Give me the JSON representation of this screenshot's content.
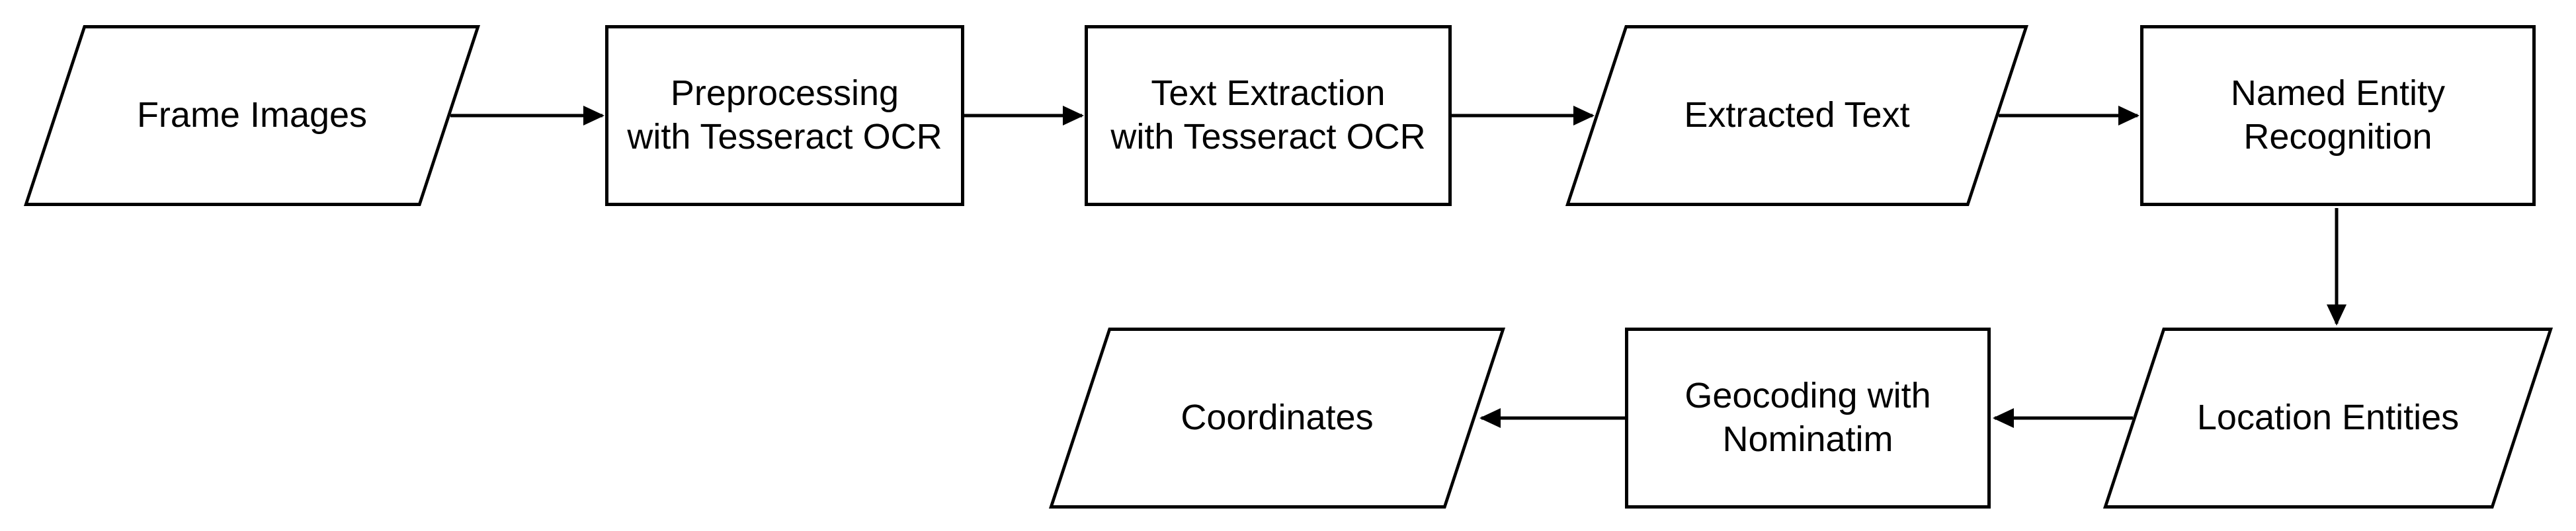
{
  "diagram": {
    "type": "flowchart",
    "colors": {
      "stroke": "#000000",
      "fill": "#ffffff",
      "text": "#000000",
      "background": "#ffffff"
    },
    "nodes": [
      {
        "id": "frame-images",
        "shape": "parallelogram",
        "label": "Frame Images"
      },
      {
        "id": "preprocessing",
        "shape": "rectangle",
        "label": "Preprocessing\nwith Tesseract OCR"
      },
      {
        "id": "text-extraction",
        "shape": "rectangle",
        "label": "Text Extraction\nwith Tesseract OCR"
      },
      {
        "id": "extracted-text",
        "shape": "parallelogram",
        "label": "Extracted Text"
      },
      {
        "id": "named-entity-recognition",
        "shape": "rectangle",
        "label": "Named Entity\nRecognition"
      },
      {
        "id": "location-entities",
        "shape": "parallelogram",
        "label": "Location Entities"
      },
      {
        "id": "geocoding",
        "shape": "rectangle",
        "label": "Geocoding with\nNominatim"
      },
      {
        "id": "coordinates",
        "shape": "parallelogram",
        "label": "Coordinates"
      }
    ],
    "edges": [
      {
        "from": "frame-images",
        "to": "preprocessing",
        "direction": "right"
      },
      {
        "from": "preprocessing",
        "to": "text-extraction",
        "direction": "right"
      },
      {
        "from": "text-extraction",
        "to": "extracted-text",
        "direction": "right"
      },
      {
        "from": "extracted-text",
        "to": "named-entity-recognition",
        "direction": "right"
      },
      {
        "from": "named-entity-recognition",
        "to": "location-entities",
        "direction": "down"
      },
      {
        "from": "location-entities",
        "to": "geocoding",
        "direction": "left"
      },
      {
        "from": "geocoding",
        "to": "coordinates",
        "direction": "left"
      }
    ]
  }
}
